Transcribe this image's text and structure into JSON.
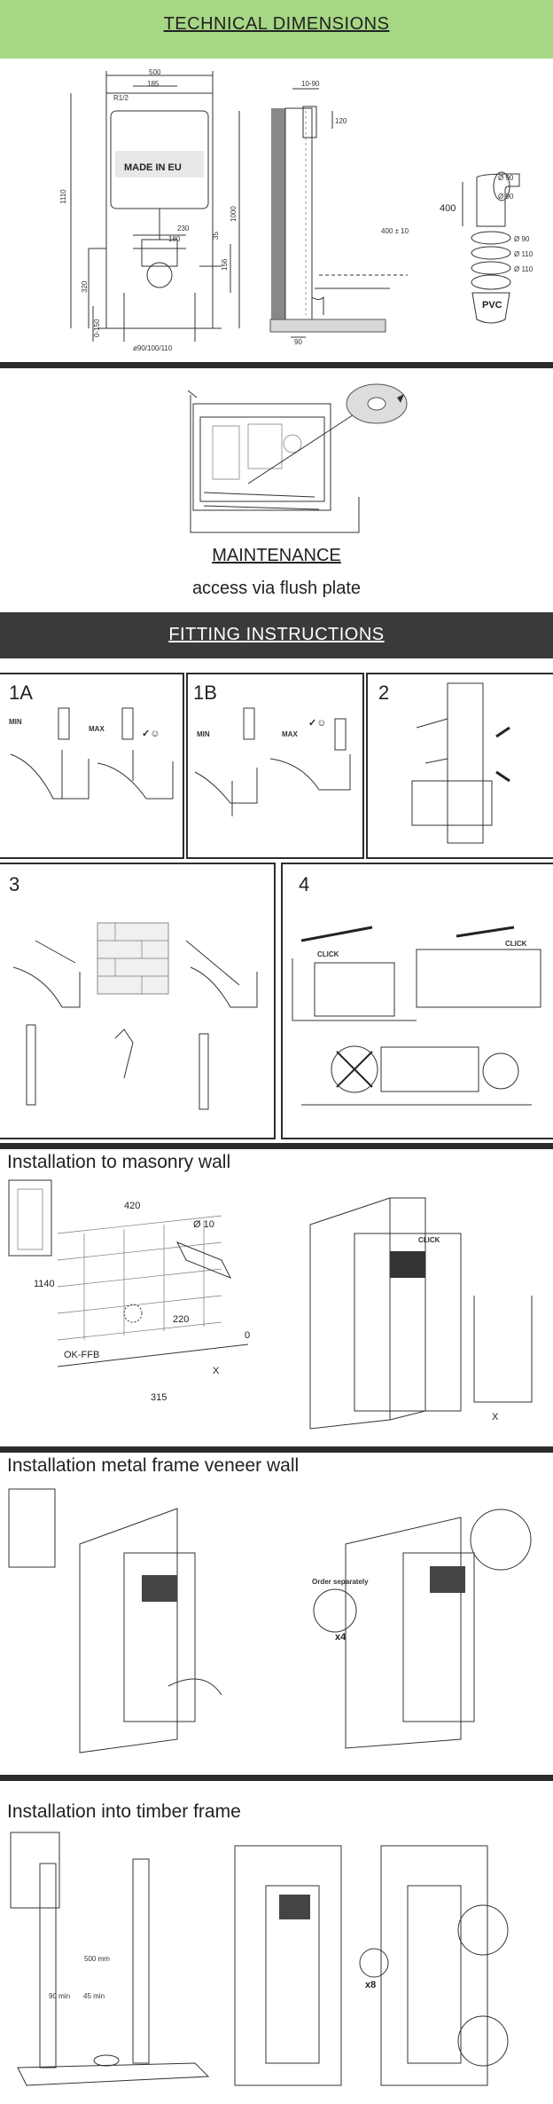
{
  "header": {
    "title": "TECHNICAL DIMENSIONS"
  },
  "dims": {
    "w500": "500",
    "w185": "185",
    "r12": "R1/2",
    "h1110": "1110",
    "h1000": "1000",
    "made": "MADE IN EU",
    "d230": "230",
    "d180": "180",
    "d35": "35",
    "d156": "156",
    "d320": "320",
    "d0150": "0-150",
    "pipe": "ø90/100/110",
    "s1090": "10-90",
    "s120": "120",
    "s400": "400 ± 10",
    "s90": "90",
    "p400": "400",
    "o90a": "Ø 90",
    "o90b": "Ø 90",
    "o90c": "Ø 90",
    "o110a": "Ø 110",
    "o110b": "Ø 110",
    "pvc": "PVC"
  },
  "maintenance": {
    "title": "MAINTENANCE",
    "subtitle": "access via flush plate"
  },
  "fitting": {
    "title": "FITTING INSTRUCTIONS"
  },
  "steps": {
    "s1a": "1A",
    "s1b": "1B",
    "s2": "2",
    "s3": "3",
    "s4": "4",
    "min": "MIN",
    "max": "MAX",
    "check": "✓☺",
    "click": "CLICK"
  },
  "masonry": {
    "title": "Installation to masonry wall",
    "d420": "420",
    "o10": "Ø 10",
    "d1140": "1140",
    "d220": "220",
    "d0": "0",
    "okffb": "OK-FFB",
    "x": "X",
    "d315": "315",
    "click": "CLICK"
  },
  "metal": {
    "title": "Installation metal frame veneer wall",
    "order": "Order separately",
    "x4": "x4"
  },
  "timber": {
    "title": "Installation into timber frame",
    "d500": "500 mm",
    "d90": "90 min",
    "d45": "45 min",
    "x8": "x8"
  },
  "colors": {
    "header_green": "#a6d784",
    "dark_bar": "#3a3a3a",
    "separator": "#2c2c2c"
  }
}
